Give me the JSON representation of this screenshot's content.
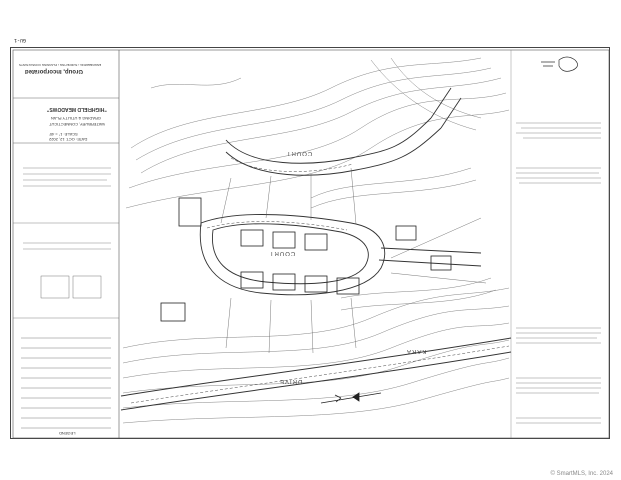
{
  "sheet": {
    "number": "GU-1",
    "title": "GRADING & UTILITY PLAN",
    "project": "\"HIGHFIELD MEADOWS\"",
    "location": "WATERBURY, CONNECTICUT",
    "scale": "SCALE: 1\" = 40'",
    "date": "DATE: OCT. 12, 2022",
    "firm": "Group, Incorporated",
    "firm_sub": "ENGINEERING  •  SURVEYING  •  PLANNING  CONSULTANTS",
    "legend_title": "LEGEND",
    "streets": [
      "COURT",
      "COURT",
      "DRIVE",
      "KARA"
    ]
  },
  "copyright": "© SmartMLS, Inc. 2024"
}
